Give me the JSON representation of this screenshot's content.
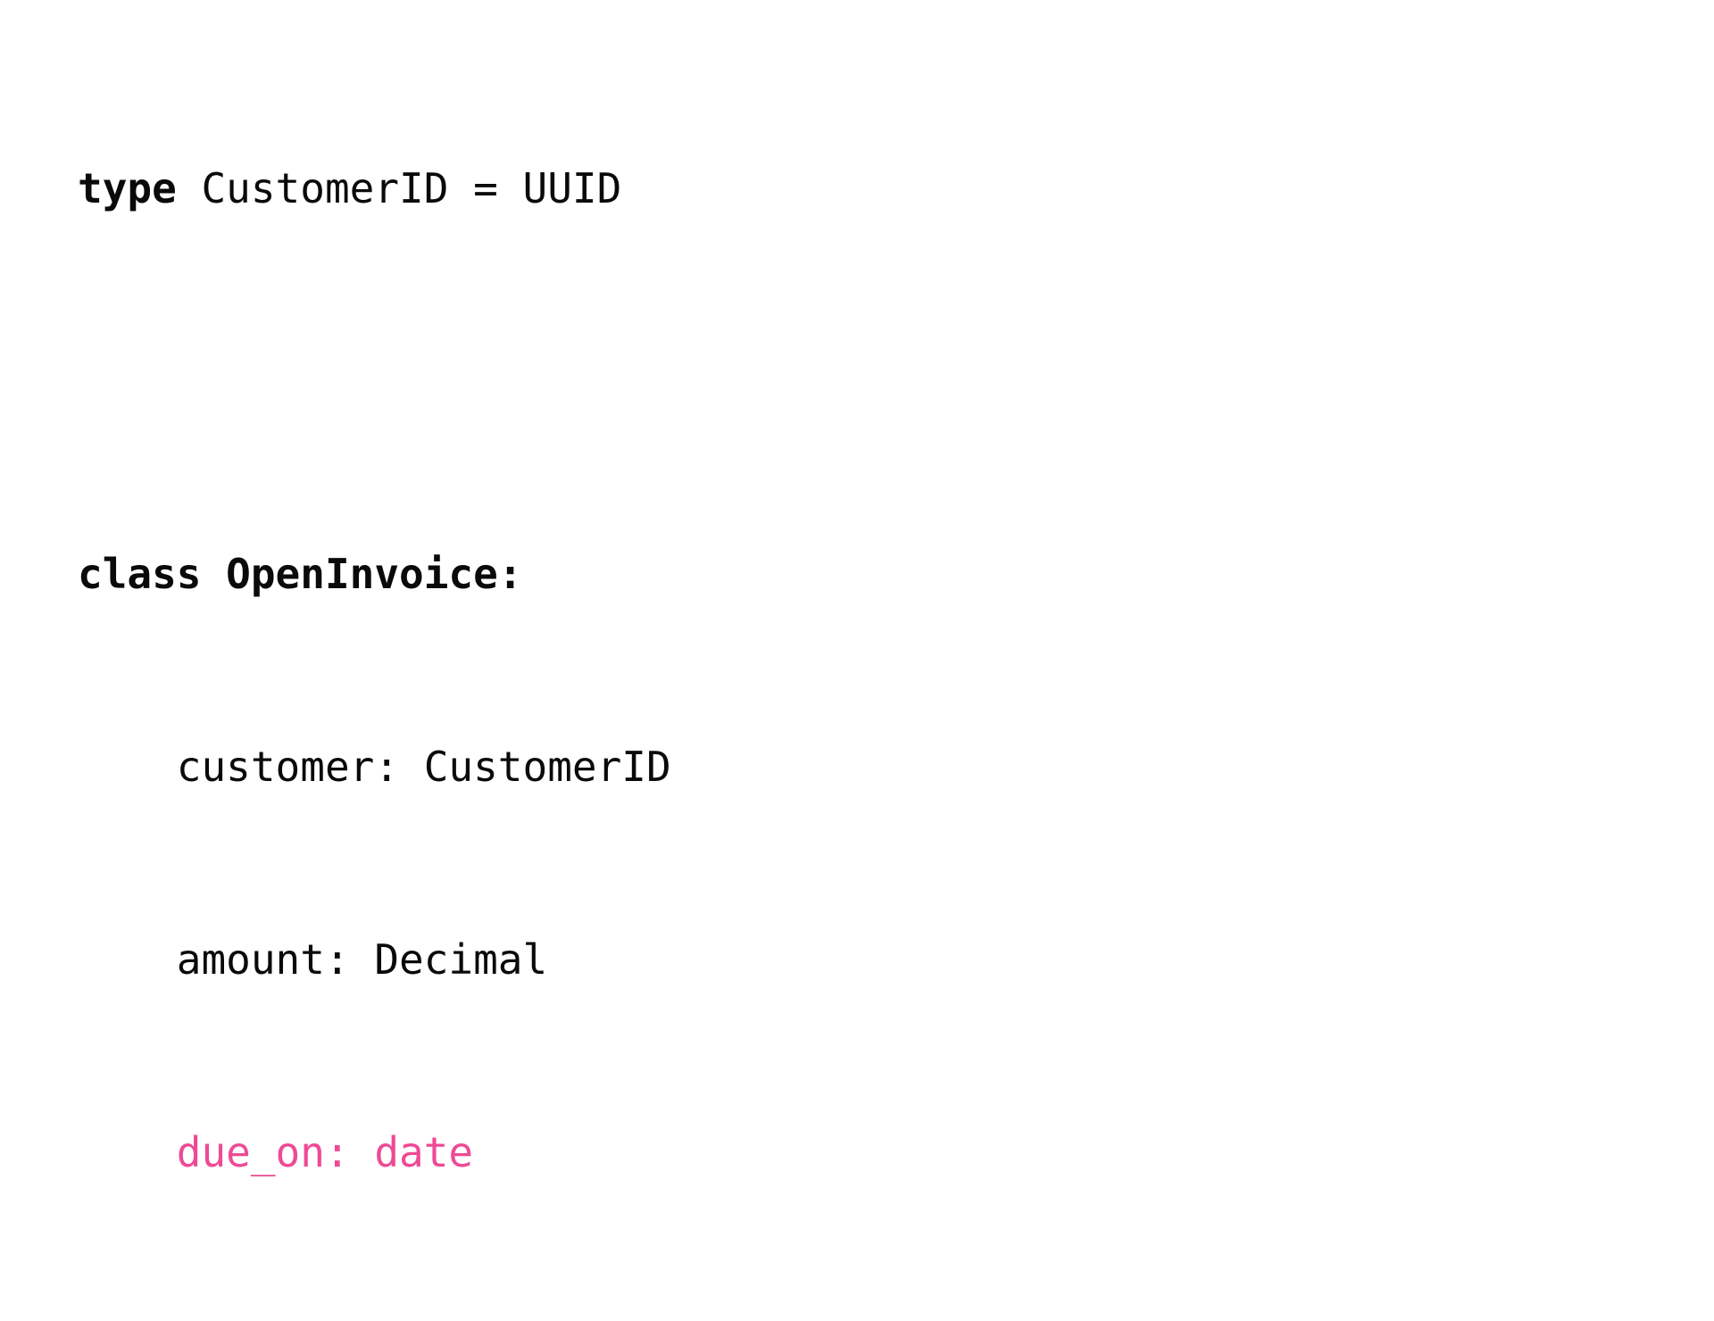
{
  "document": {
    "kind": "code-snippet",
    "language": "python",
    "background_color": "#ffffff",
    "default_text_color": "#0a0a0a",
    "highlight_color": "#ee4a95",
    "lines": [
      {
        "index": 1,
        "blank": false,
        "indent": "",
        "segments": [
          {
            "text": "type",
            "style": "keyword-bold",
            "color": "#0a0a0a"
          },
          {
            "text": " CustomerID = UUID",
            "style": "plain",
            "color": "#0a0a0a"
          }
        ],
        "plain_text": "type CustomerID = UUID"
      },
      {
        "index": 2,
        "blank": true,
        "indent": "",
        "segments": [],
        "plain_text": ""
      },
      {
        "index": 3,
        "blank": false,
        "indent": "",
        "segments": [
          {
            "text": "class OpenInvoice:",
            "style": "class-definition-bold",
            "color": "#0a0a0a"
          }
        ],
        "plain_text": "class OpenInvoice:"
      },
      {
        "index": 4,
        "blank": false,
        "indent": "    ",
        "segments": [
          {
            "text": "    customer: CustomerID",
            "style": "plain",
            "color": "#0a0a0a"
          }
        ],
        "plain_text": "    customer: CustomerID"
      },
      {
        "index": 5,
        "blank": false,
        "indent": "    ",
        "segments": [
          {
            "text": "    amount: Decimal",
            "style": "plain",
            "color": "#0a0a0a"
          }
        ],
        "plain_text": "    amount: Decimal"
      },
      {
        "index": 6,
        "blank": false,
        "indent": "    ",
        "segments": [
          {
            "text": "    due_on: date",
            "style": "highlight",
            "color": "#ee4a95"
          }
        ],
        "plain_text": "    due_on: date"
      }
    ]
  },
  "line1": {
    "keyword": "type",
    "rest": " CustomerID = UUID"
  },
  "line3": {
    "text": "class OpenInvoice:"
  },
  "line4": {
    "text": "    customer: CustomerID"
  },
  "line5": {
    "text": "    amount: Decimal"
  },
  "line6": {
    "text": "    due_on: date"
  }
}
